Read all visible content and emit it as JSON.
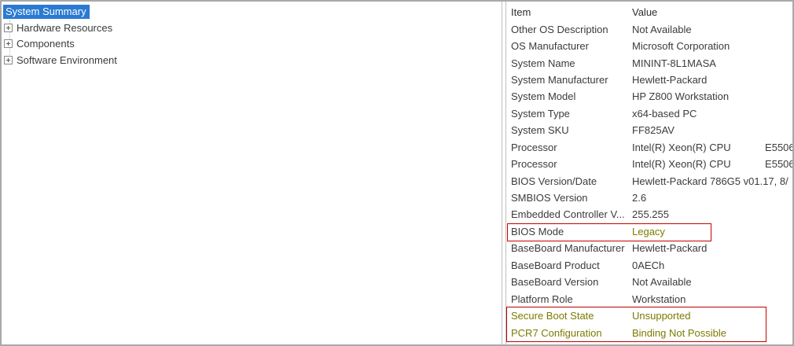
{
  "colors": {
    "selection_blue": "#2a7ad2",
    "highlight_red": "#c40000",
    "alert_olive": "#7b7b00",
    "text_color": "#3b3b3b"
  },
  "tree": {
    "selected_item": "System Summary",
    "items": [
      {
        "label": "Hardware Resources",
        "state": "collapsed",
        "expand_glyph": "plus"
      },
      {
        "label": "Components",
        "state": "collapsed",
        "expand_glyph": "plus"
      },
      {
        "label": "Software Environment",
        "state": "collapsed",
        "expand_glyph": "plus"
      }
    ]
  },
  "details": {
    "columns": {
      "item": "Item",
      "value": "Value"
    },
    "rows": [
      {
        "item": "Other OS Description",
        "value": "Not Available"
      },
      {
        "item": "OS Manufacturer",
        "value": "Microsoft Corporation"
      },
      {
        "item": "System Name",
        "value": "MININT-8L1MASA"
      },
      {
        "item": "System Manufacturer",
        "value": "Hewlett-Packard"
      },
      {
        "item": "System Model",
        "value": "HP Z800 Workstation"
      },
      {
        "item": "System Type",
        "value": "x64-based PC"
      },
      {
        "item": "System SKU",
        "value": "FF825AV"
      },
      {
        "item": "Processor",
        "value": "Intel(R) Xeon(R) CPU            E5506"
      },
      {
        "item": "Processor",
        "value": "Intel(R) Xeon(R) CPU            E5506"
      },
      {
        "item": "BIOS Version/Date",
        "value": "Hewlett-Packard 786G5 v01.17, 8/"
      },
      {
        "item": "SMBIOS Version",
        "value": "2.6"
      },
      {
        "item": "Embedded Controller V...",
        "value": "255.255"
      },
      {
        "item": "BIOS Mode",
        "value": "Legacy",
        "highlighted": true
      },
      {
        "item": "BaseBoard Manufacturer",
        "value": "Hewlett-Packard"
      },
      {
        "item": "BaseBoard Product",
        "value": "0AECh"
      },
      {
        "item": "BaseBoard Version",
        "value": "Not Available"
      },
      {
        "item": "Platform Role",
        "value": "Workstation"
      },
      {
        "item": "Secure Boot State",
        "value": "Unsupported",
        "highlighted": true
      },
      {
        "item": "PCR7 Configuration",
        "value": "Binding Not Possible",
        "highlighted": true
      }
    ]
  }
}
